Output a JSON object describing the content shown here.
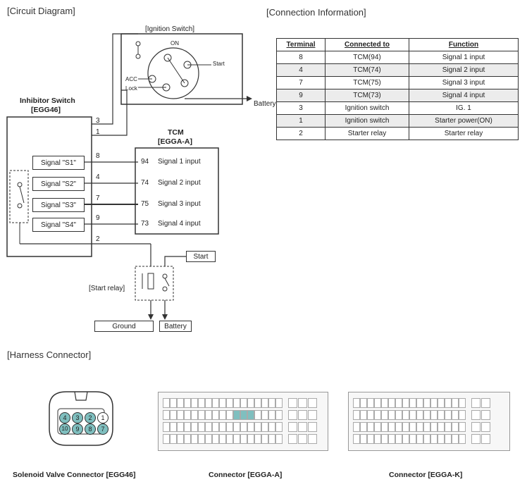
{
  "circuit": {
    "title": "[Circuit Diagram]",
    "ignition_switch_label": "[Ignition Switch]",
    "on_label": "ON",
    "start_label": "Start",
    "acc_label": "ACC",
    "lock_label": "Lock",
    "battery_arrow_label": "Battery",
    "inhibitor_title": "Inhibitor Switch",
    "inhibitor_code": "[EGG46]",
    "tcm_title": "TCM",
    "tcm_code": "[EGGA-A]",
    "signals": [
      "Signal \"S1\"",
      "Signal \"S2\"",
      "Signal \"S3\"",
      "Signal \"S4\""
    ],
    "wire_numbers": [
      "3",
      "1",
      "8",
      "4",
      "7",
      "9",
      "2"
    ],
    "tcm_pins": [
      "94",
      "74",
      "75",
      "73"
    ],
    "tcm_inputs": [
      "Signal 1 input",
      "Signal 2 input",
      "Signal 3 input",
      "Signal 4 input"
    ],
    "start_box": "Start",
    "start_relay": "[Start relay]",
    "ground": "Ground",
    "battery": "Battery"
  },
  "connection": {
    "title": "[Connection Information]",
    "headers": [
      "Terminal",
      "Connected to",
      "Function"
    ],
    "rows": [
      [
        "8",
        "TCM(94)",
        "Signal 1 input"
      ],
      [
        "4",
        "TCM(74)",
        "Signal 2 input"
      ],
      [
        "7",
        "TCM(75)",
        "Signal 3 input"
      ],
      [
        "9",
        "TCM(73)",
        "Signal 4 input"
      ],
      [
        "3",
        "Ignition switch",
        "IG. 1"
      ],
      [
        "1",
        "Ignition switch",
        "Starter power(ON)"
      ],
      [
        "2",
        "Starter relay",
        "Starter relay"
      ]
    ]
  },
  "harness": {
    "title": "[Harness Connector]",
    "solenoid_caption": "Solenoid Valve Connector [EGG46]",
    "egga_caption": "Connector [EGGA-A]",
    "eggk_caption": "Connector [EGGA-K]",
    "pins_top": [
      "4",
      "3",
      "2",
      "1"
    ],
    "pins_bottom": [
      "10",
      "9",
      "8",
      "7"
    ],
    "highlight_color": "#7fbfbf"
  }
}
